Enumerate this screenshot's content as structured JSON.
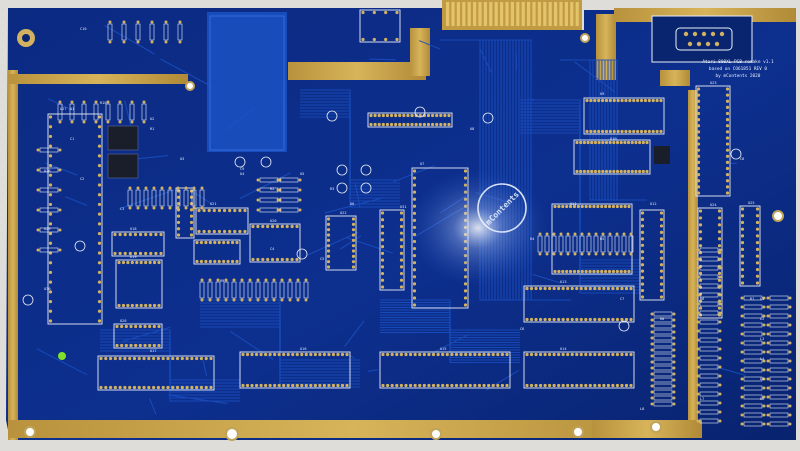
{
  "photo": {
    "subject": "",
    "colors": {
      "background": "#d9d7d2",
      "board": "#0c2c86",
      "board_dark": "#071d5e",
      "trace": "#1a4fc0",
      "gold": "#c9a449",
      "silkscreen": "#e8eef8",
      "chip": "#1a1d2a",
      "led": "#7fe02a"
    },
    "silkscreen": {
      "title_lines": [
        "Atari 800XL PCB remake v1.1",
        "based on CO61851 REV 0",
        "by mContents 2020"
      ],
      "logo_text": "mContents",
      "designators": [
        "U1",
        "U2",
        "U3",
        "U4",
        "U5",
        "U6",
        "U7",
        "U8",
        "U9",
        "U10",
        "U11",
        "U12",
        "U13",
        "U14",
        "U15",
        "U16",
        "U17",
        "U18",
        "U19",
        "U20",
        "U21",
        "U22",
        "U23",
        "U24",
        "U25",
        "U26",
        "U27",
        "U28",
        "U29",
        "U30",
        "U31",
        "R1",
        "R2",
        "R3",
        "R4",
        "R5",
        "R6",
        "R7",
        "R8",
        "R9",
        "R10",
        "C1",
        "C2",
        "C3",
        "C4",
        "C5",
        "C6",
        "C7",
        "C8",
        "C9",
        "C10",
        "L1",
        "L2",
        "L3",
        "L4",
        "L5",
        "L6",
        "L7",
        "L8"
      ]
    }
  }
}
